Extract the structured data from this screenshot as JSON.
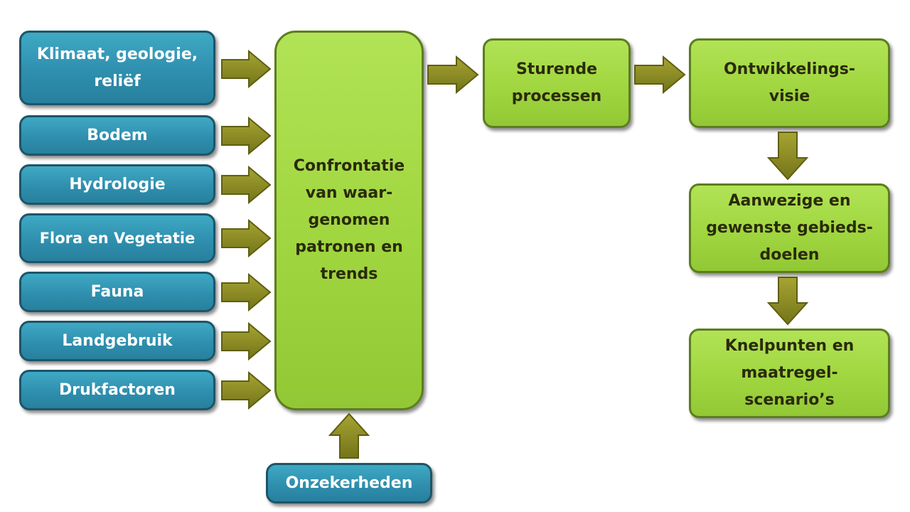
{
  "inputs": {
    "klimaat": "Klimaat, geologie, reliëf",
    "bodem": "Bodem",
    "hydrologie": "Hydrologie",
    "flora": "Flora en Vegetatie",
    "fauna": "Fauna",
    "landgebruik": "Landgebruik",
    "drukfactoren": "Drukfactoren"
  },
  "onzekerheden": "Onzekerheden",
  "confrontatie": "Confrontatie van waar-genomen patronen en trends",
  "sturende": "Sturende processen",
  "ontwikkeling": "Ontwikkelings-visie",
  "doelen": "Aanwezige en gewenste gebieds-doelen",
  "knelpunten": "Knelpunten en maatregel-scenario’s",
  "colors": {
    "blue_box": "#2f8fae",
    "green_box": "#a0d63f",
    "arrow": "#8a8a1c"
  }
}
